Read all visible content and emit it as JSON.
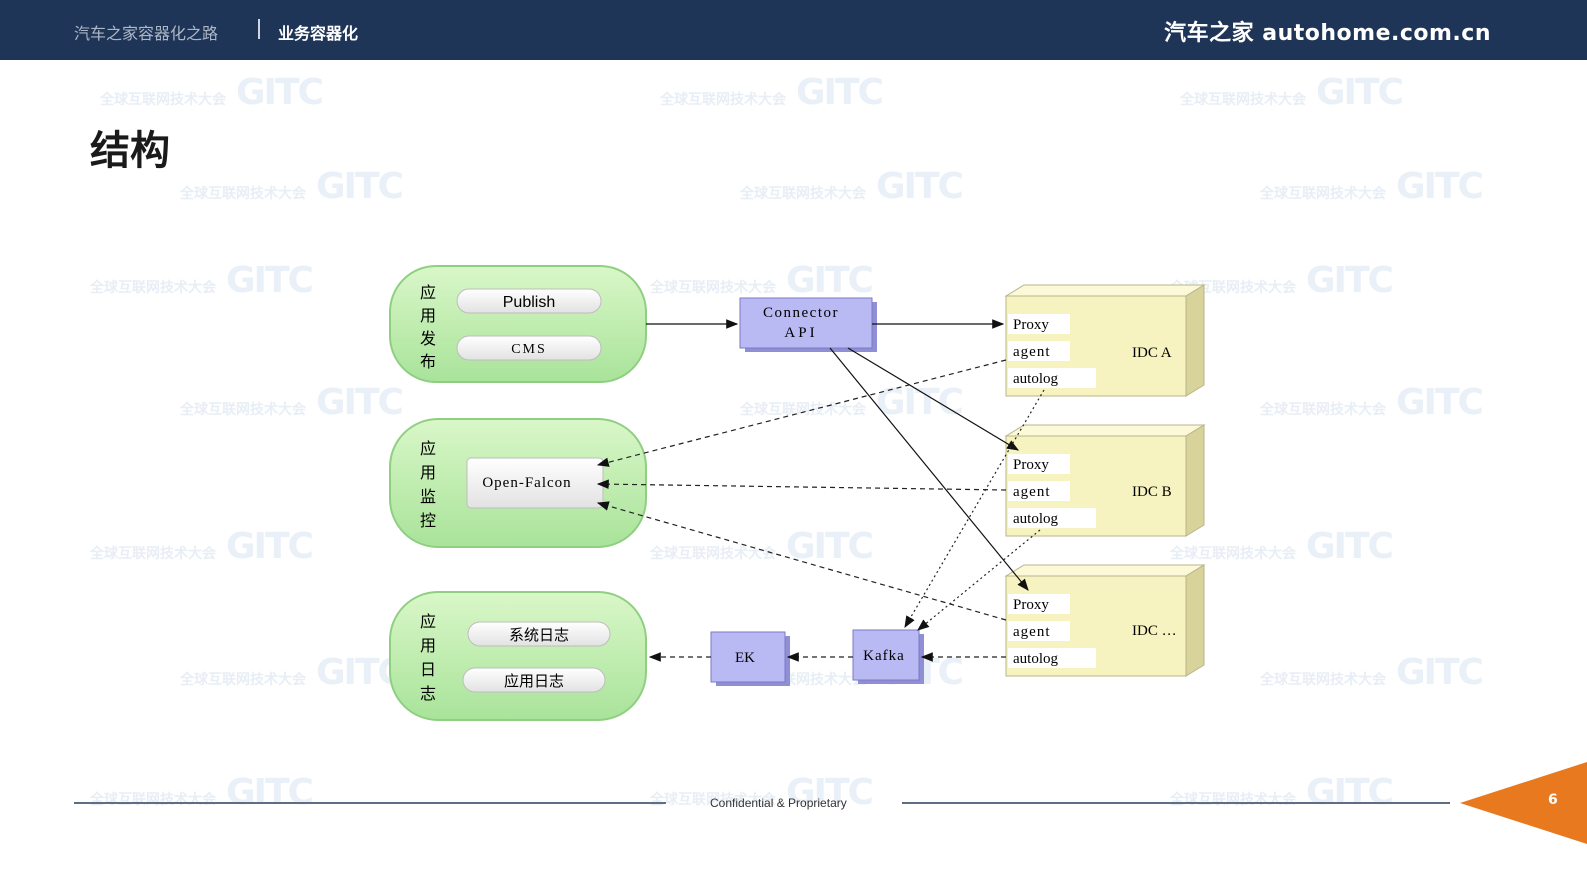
{
  "header": {
    "breadcrumb_section": "汽车之家容器化之路",
    "breadcrumb_current": "业务容器化",
    "brand": "汽车之家 autohome.com.cn"
  },
  "slide": {
    "title": "结构"
  },
  "watermark": {
    "text": "全球互联网技术大会",
    "logo": "GITC"
  },
  "diagram": {
    "groups": {
      "publish": {
        "label": [
          "应",
          "用",
          "发",
          "布"
        ],
        "items": [
          "Publish",
          "CMS"
        ]
      },
      "monitor": {
        "label": [
          "应",
          "用",
          "监",
          "控"
        ],
        "items": [
          "Open-Falcon"
        ]
      },
      "logs": {
        "label": [
          "应",
          "用",
          "日",
          "志"
        ],
        "items": [
          "系统日志",
          "应用日志"
        ]
      }
    },
    "connector": [
      "Connector",
      "API"
    ],
    "ek": "EK",
    "kafka": "Kafka",
    "datacenters": [
      {
        "name": "IDC A",
        "components": [
          "Proxy",
          "agent",
          "autolog"
        ]
      },
      {
        "name": "IDC B",
        "components": [
          "Proxy",
          "agent",
          "autolog"
        ]
      },
      {
        "name": "IDC …",
        "components": [
          "Proxy",
          "agent",
          "autolog"
        ]
      }
    ],
    "colors": {
      "group_fill": "#c8f0b4",
      "connector_fill": "#b9b9f3",
      "idc_fill": "#f7f3c0"
    }
  },
  "footer": {
    "confidential": "Confidential & Proprietary",
    "page_number": "6",
    "accent": "#e8791f"
  }
}
